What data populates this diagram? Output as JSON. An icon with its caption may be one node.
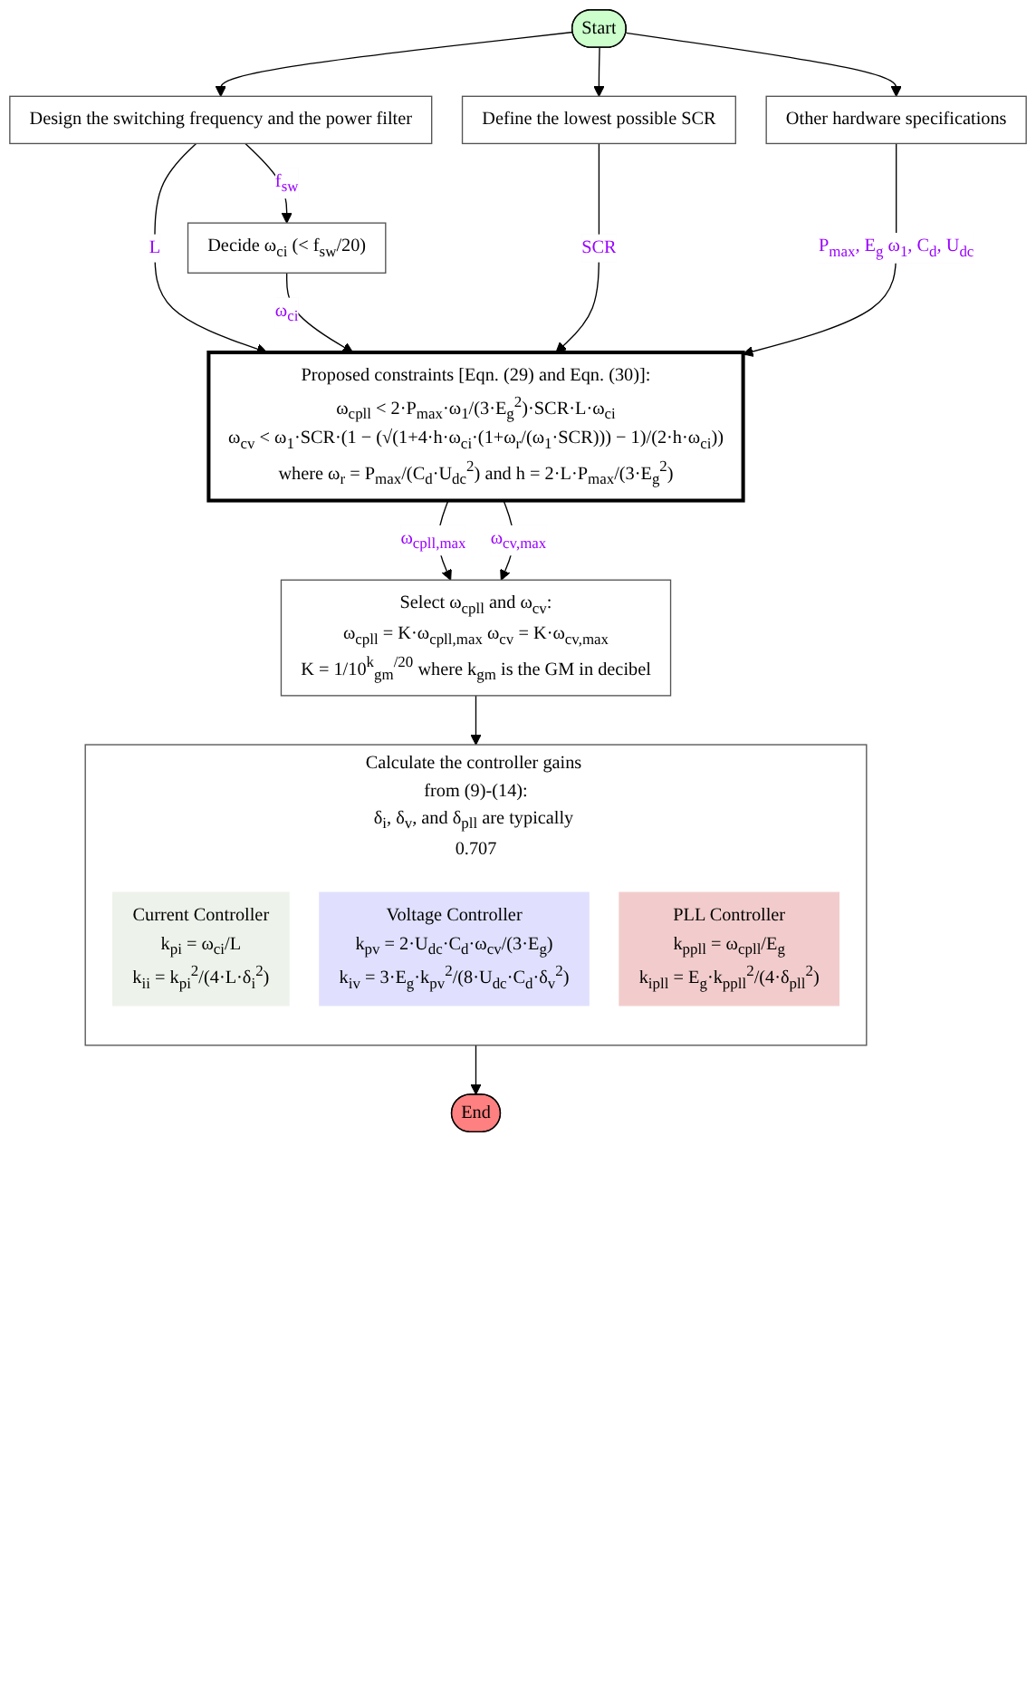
{
  "diagram": {
    "nodes": [
      {
        "text": [
          "Start"
        ]
      },
      {
        "text": [
          "Design the switching frequency and the power filter"
        ]
      },
      {
        "text": [
          "Define the lowest possible SCR"
        ]
      },
      {
        "text": [
          "Other hardware specifications"
        ]
      },
      {
        "text": [
          "Decide ω$_{ci}$ (< f$_{sw}$/20)"
        ]
      },
      {
        "text": [
          "Proposed constraints [Eqn. (29) and Eqn. (30)]:",
          "ω$_{cpll}$ < 2·P$_{max}$·ω$_{1}$/(3·E$_{g}$$^{2}$)·SCR·L·ω$_{ci}$",
          "ω$_{cv}$ < ω$_{1}$·SCR·(1 − (√(1+4·h·ω$_{ci}$·(1+ω$_{r}$/(ω$_{1}$·SCR))) − 1)/(2·h·ω$_{ci}$))",
          "where ω$_{r}$ = P$_{max}$/(C$_{d}$·U$_{dc}$$^{2}$) and h = 2·L·P$_{max}$/(3·E$_{g}$$^{2}$)"
        ]
      },
      {
        "text": [
          "Select ω$_{cpll}$ and ω$_{cv}$:",
          "ω$_{cpll}$ = K·ω$_{cpll,max}$     ω$_{cv}$ = K·ω$_{cv,max}$",
          "K = 1/10$^{k}$$_{gm}$$^{/20}$ where k$_{gm}$ is the GM in decibel"
        ]
      },
      {
        "text": [
          "Calculate the controller gains from (9)-(14):",
          "δ$_{i}$, δ$_{v}$, and δ$_{pll}$ are typically 0.707"
        ]
      },
      {
        "text": [
          "Current Controller",
          "k$_{pi}$ = ω$_{ci}$/L",
          "k$_{ii}$ = k$_{pi}$$^{2}$/(4·L·δ$_{i}$$^{2}$)"
        ],
        "in": 7
      },
      {
        "text": [
          "Voltage Controller",
          "k$_{pv}$ = 2·U$_{dc}$·C$_{d}$·ω$_{cv}$/(3·E$_{g}$)",
          "k$_{iv}$ = 3·E$_{g}$·k$_{pv}$$^{2}$/(8·U$_{dc}$·C$_{d}$·δ$_{v}$$^{2}$)"
        ],
        "in": 7
      },
      {
        "text": [
          "PLL Controller",
          "k$_{ppll}$ = ω$_{cpll}$/E$_{g}$",
          "k$_{ipll}$ = E$_{g}$·k$_{ppll}$$^{2}$/(4·δ$_{pll}$$^{2}$)"
        ],
        "in": 7
      },
      {
        "text": [
          "End"
        ]
      }
    ],
    "edges": [
      {
        "from": 0,
        "to": 1,
        "arrow": "to"
      },
      {
        "from": 0,
        "to": 2,
        "arrow": "to"
      },
      {
        "from": 0,
        "to": 3,
        "arrow": "to"
      },
      {
        "from": 1,
        "to": 4,
        "arrow": "to",
        "label": "f$_{sw}$"
      },
      {
        "from": 1,
        "to": 5,
        "arrow": "to",
        "label": "L"
      },
      {
        "from": 4,
        "to": 5,
        "arrow": "to",
        "label": "ω$_{ci}$"
      },
      {
        "from": 2,
        "to": 5,
        "arrow": "to",
        "label": "SCR"
      },
      {
        "from": 3,
        "to": 5,
        "arrow": "to",
        "label": "P$_{max}$, E$_{g}$ ω$_{1}$, C$_{d}$, U$_{dc}$"
      },
      {
        "from": 5,
        "to": 6,
        "arrow": "to",
        "label": "ω$_{cpll,max}$"
      },
      {
        "from": 5,
        "to": 6,
        "arrow": "to",
        "label": "ω$_{cv,max}$"
      },
      {
        "from": 6,
        "to": 7,
        "arrow": "to"
      },
      {
        "from": 7,
        "to": 11,
        "arrow": "to"
      }
    ]
  }
}
